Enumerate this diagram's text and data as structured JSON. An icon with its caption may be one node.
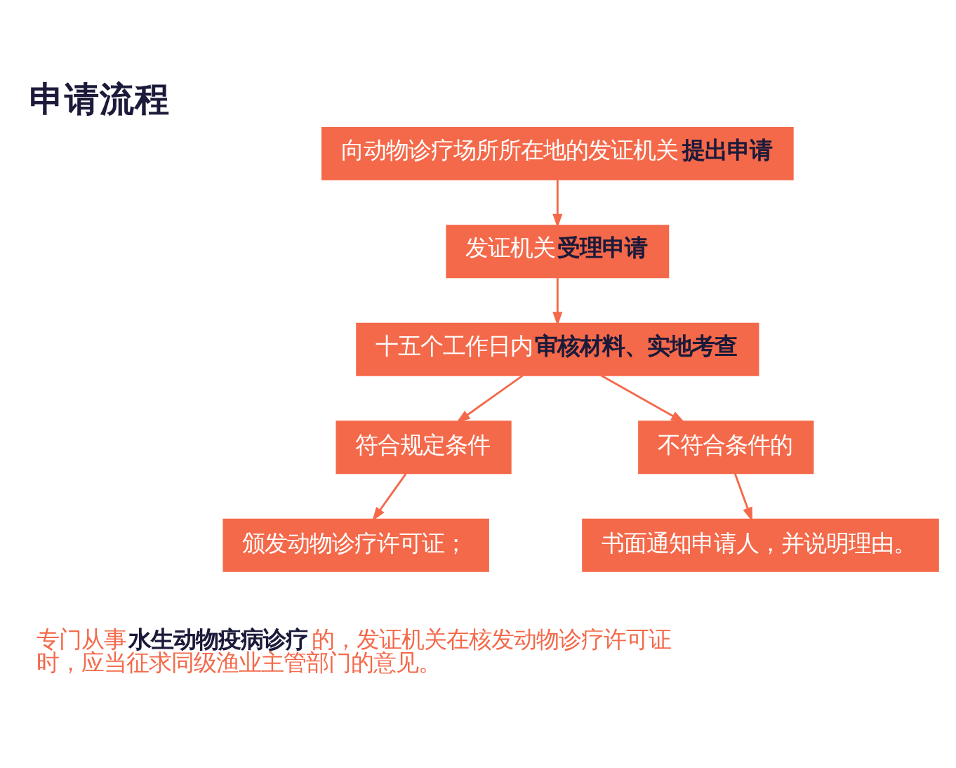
{
  "diagram": {
    "title": "申请流程",
    "nodes": [
      {
        "text": [
          "向动物诊疗场所所在地的发证机关**提出申请**"
        ]
      },
      {
        "text": [
          "发证机关**受理申请**"
        ]
      },
      {
        "text": [
          "十五个工作日内**审核材料、实地考查**"
        ]
      },
      {
        "text": [
          "符合规定条件"
        ]
      },
      {
        "text": [
          "不符合条件的"
        ]
      },
      {
        "text": [
          "颁发动物诊疗许可证；"
        ]
      },
      {
        "text": [
          "书面通知申请人，并说明理由。"
        ]
      }
    ],
    "edges": [
      {
        "from": 0,
        "to": 1,
        "arrow": "to"
      },
      {
        "from": 1,
        "to": 2,
        "arrow": "to"
      },
      {
        "from": 2,
        "to": 3,
        "arrow": "to"
      },
      {
        "from": 2,
        "to": 4,
        "arrow": "to"
      },
      {
        "from": 3,
        "to": 5,
        "arrow": "to"
      },
      {
        "from": 4,
        "to": 6,
        "arrow": "to"
      }
    ],
    "labels": [
      "专门从事**水生动物疫病诊疗**的，发证机关在核发动物诊疗许可证时，应当征求同级渔业主管部门的意见。"
    ]
  }
}
